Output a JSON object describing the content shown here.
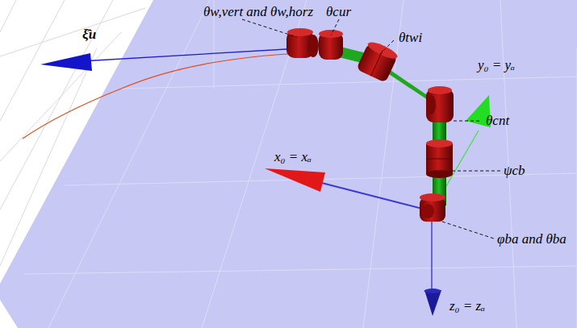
{
  "diagram": {
    "labels": [
      "θw,vert and θw,horz",
      "θcur",
      "θtwi",
      "y₀ = yₐ",
      "θcnt",
      "ψcb",
      "x₀ = xₐ",
      "φba and θba",
      "z₀ = zₐ",
      "ξ̂u"
    ]
  }
}
